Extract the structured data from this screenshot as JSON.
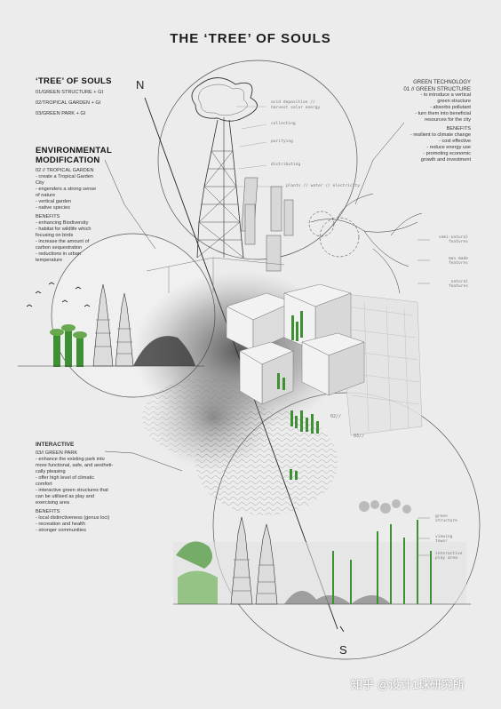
{
  "title": "THE ‘TREE’ OF SOULS",
  "compass": {
    "north": "N",
    "south": "S"
  },
  "tree_of_souls": {
    "heading": "‘TREE’ OF SOULS",
    "items": [
      "01/GREEN STRUCTURE + GI",
      "02/TROPICAL GARDEN + GI",
      "03/GREEN PARK + GI"
    ]
  },
  "environmental": {
    "heading_1": "ENVIRONMENTAL",
    "heading_2": "MODIFICATION",
    "subheading": "02 // TROPICAL GARDEN",
    "lines": [
      "- create a Tropical Garden",
      "City",
      "- engenders a strong sense",
      "of nature",
      "- vertical garden",
      "- native species"
    ],
    "benefits_label": "BENEFITS",
    "benefits": [
      "- enhancing Biodiversity",
      "- habitat for wildlife which",
      "focusing on birds",
      "- increase the amount of",
      "carbon sequestration",
      "- reductions in urban",
      "temperature"
    ]
  },
  "green_technology": {
    "heading": "GREEN TECHNOLOGY",
    "subheading": "01 // GREEN STRUCTURE",
    "lines": [
      "- to introduce a vertical",
      "green structure",
      "- absorbs pollutant",
      "- turn them into beneficial",
      "resources for the city"
    ],
    "benefits_label": "BENEFITS",
    "benefits": [
      "- resilient to climate change",
      "- cost effective",
      "- reduce energy use",
      "- promoting economic",
      "growth and investment"
    ]
  },
  "interactive": {
    "heading": "INTERACTIVE",
    "subheading": "03// GREEN PARK",
    "lines": [
      "- enhance the existing park into",
      "more functional, safe, and aestheti-",
      "cally pleasing",
      "- offer high level of climatic",
      "comfort",
      "- interactive green structures that",
      "can be utilised as play and",
      "exercising area"
    ],
    "benefits_label": "BENEFITS",
    "benefits": [
      "- local distinctiveness (genus loci)",
      "- recreation and health",
      "- stronger communities"
    ]
  },
  "tree_labels": {
    "top": "acid deposition //",
    "top2": "harvest solar energy",
    "collecting": "collecting",
    "purifying": "purifying",
    "distributing": "distributing",
    "resources": "plants // water // electricity"
  },
  "right_labels": {
    "semi_natural_1": "semi-natural",
    "semi_natural_2": "features",
    "man_made_1": "man made",
    "man_made_2": "features",
    "natural_1": "natural",
    "natural_2": "features"
  },
  "map_labels": {
    "l02": "02//",
    "l03": "03//"
  },
  "park_labels": {
    "green_1": "green",
    "green_2": "structure",
    "viewing_1": "viewing",
    "viewing_2": "tower",
    "play_1": "interactive",
    "play_2": "play area"
  },
  "watermark": "知乎 @设计1球研究所",
  "colors": {
    "background": "#ececec",
    "green": "#3f8f35",
    "ink": "#1c1c1c"
  }
}
